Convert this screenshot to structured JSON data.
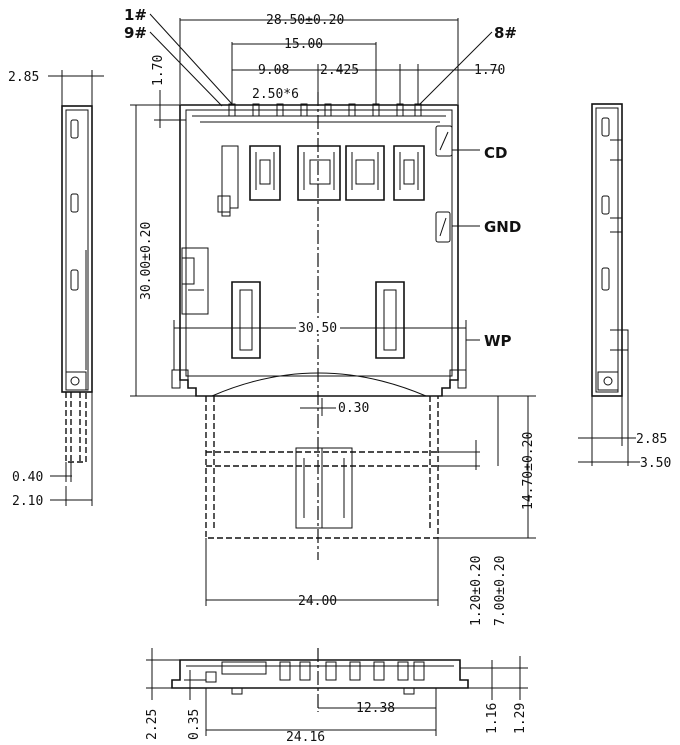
{
  "pins": {
    "pin1": "1#",
    "pin9": "9#",
    "pin8": "8#"
  },
  "labels": {
    "cd": "CD",
    "gnd": "GND",
    "wp": "WP"
  },
  "dimensions": {
    "overall_width": "28.50±0.20",
    "pin_span": "15.00",
    "left_offset": "9.08",
    "pin_gap": "2.425",
    "right_offset": "1.70",
    "top_offset": "1.70",
    "pitch": "2.50*6",
    "height": "30.00±0.20",
    "wp_width": "30.50",
    "card_offset": "0.30",
    "card_insert": "14.70±0.20",
    "card_width": "24.00",
    "card_step1": "1.20±0.20",
    "card_step2": "7.00±0.20",
    "side_left_thickness": "2.85",
    "side_left_pin": "0.40",
    "side_left_total": "2.10",
    "side_right_thickness": "2.85",
    "side_right_total": "3.50",
    "bottom_height": "2.25",
    "bottom_pin": "0.35",
    "bottom_center": "12.38",
    "bottom_width": "24.16",
    "bottom_h1": "1.16",
    "bottom_h2": "1.29"
  }
}
